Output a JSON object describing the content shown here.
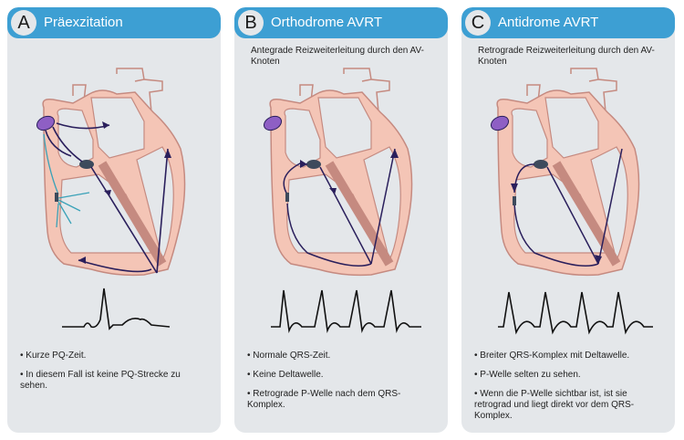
{
  "panels": [
    {
      "letter": "A",
      "title": "Präexzitation",
      "subtitle": "",
      "bullets": [
        "• Kurze PQ-Zeit.",
        "• In diesem Fall ist keine PQ-Strecke zu sehen."
      ]
    },
    {
      "letter": "B",
      "title": "Orthodrome AVRT",
      "subtitle": "Antegrade Reizweiterleitung durch den AV-Knoten",
      "bullets": [
        "• Normale QRS-Zeit.",
        "• Keine Deltawelle.",
        "• Retrograde P-Welle nach dem QRS-Komplex."
      ]
    },
    {
      "letter": "C",
      "title": "Antidrome AVRT",
      "subtitle": "Retrograde Reizweiterleitung durch den AV-Knoten",
      "bullets": [
        "• Breiter QRS-Komplex mit Deltawelle.",
        "• P-Welle selten zu sehen.",
        "• Wenn die P-Welle sichtbar ist, ist sie retrograd und liegt direkt vor dem QRS-Komplex."
      ]
    }
  ],
  "colors": {
    "header": "#3d9fd3",
    "panel_bg": "#e4e7ea",
    "myocardium": "#f4c5b6",
    "heart_outline": "#c58a80",
    "conduction_path": "#2a1f5c",
    "sa_node": "#8e5fc4",
    "av_node": "#3d4a5c",
    "accessory_arrows": "#3aa2b8"
  },
  "icons": [
    "heart-diagram",
    "sa-node",
    "av-node",
    "ecg-trace"
  ]
}
